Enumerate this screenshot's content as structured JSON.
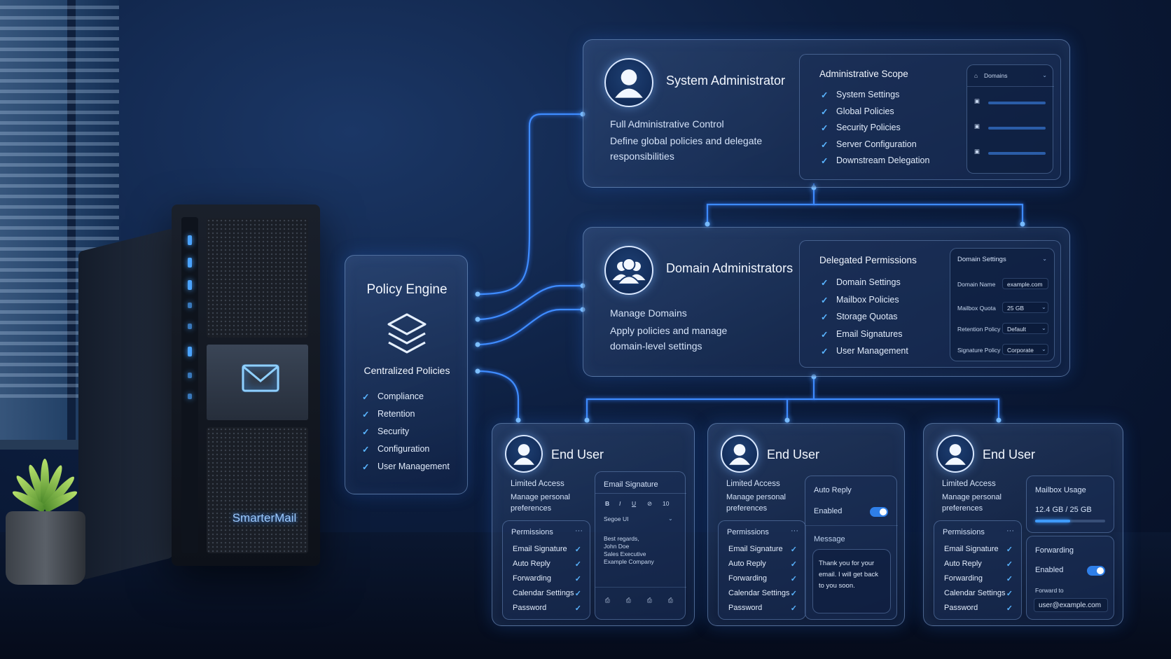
{
  "product": {
    "name": "SmarterMail"
  },
  "policy_engine": {
    "title": "Policy Engine",
    "subtitle": "Centralized Policies",
    "items": [
      "Compliance",
      "Retention",
      "Security",
      "Configuration",
      "User Management"
    ]
  },
  "system_admin": {
    "title": "System Administrator",
    "desc_line1": "Full Administrative Control",
    "desc_line2": "Define global policies and delegate",
    "desc_line3": "responsibilities",
    "scope_title": "Administrative Scope",
    "scope_items": [
      "System Settings",
      "Global Policies",
      "Security Policies",
      "Server Configuration",
      "Downstream Delegation"
    ],
    "mini_header": "Domains"
  },
  "domain_admin": {
    "title": "Domain Administrators",
    "desc_line1": "Manage Domains",
    "desc_line2": "Apply policies and manage",
    "desc_line3": "domain-level settings",
    "perm_title": "Delegated Permissions",
    "perm_items": [
      "Domain Settings",
      "Mailbox Policies",
      "Storage Quotas",
      "Email Signatures",
      "User Management"
    ],
    "settings": {
      "title": "Domain Settings",
      "domain_name_label": "Domain Name",
      "domain_name_value": "example.com",
      "mailbox_quota_label": "Mailbox Quota",
      "mailbox_quota_value": "25 GB",
      "retention_label": "Retention Policy",
      "retention_value": "Default",
      "signature_label": "Signature Policy",
      "signature_value": "Corporate"
    }
  },
  "end_users": [
    {
      "title": "End User",
      "access": "Limited Access",
      "desc_line1": "Manage personal",
      "desc_line2": "preferences",
      "perm_title": "Permissions",
      "perms": [
        "Email Signature",
        "Auto Reply",
        "Forwarding",
        "Calendar Settings",
        "Password"
      ],
      "signature": {
        "title": "Email Signature",
        "font": "Segoe UI",
        "size": "10",
        "line1": "Best regards,",
        "line2": "John Doe",
        "line3": "Sales Executive",
        "line4": "Example Company"
      }
    },
    {
      "title": "End User",
      "access": "Limited Access",
      "desc_line1": "Manage personal",
      "desc_line2": "preferences",
      "perm_title": "Permissions",
      "perms": [
        "Email Signature",
        "Auto Reply",
        "Forwarding",
        "Calendar Settings",
        "Password"
      ],
      "auto_reply": {
        "title": "Auto Reply",
        "enabled_label": "Enabled",
        "message_label": "Message",
        "message_line1": "Thank you for your",
        "message_line2": "email. I will get back",
        "message_line3": "to you soon."
      }
    },
    {
      "title": "End User",
      "access": "Limited Access",
      "desc_line1": "Manage personal",
      "desc_line2": "preferences",
      "perm_title": "Permissions",
      "perms": [
        "Email Signature",
        "Auto Reply",
        "Forwarding",
        "Calendar Settings",
        "Password"
      ],
      "mailbox": {
        "title": "Mailbox Usage",
        "usage": "12.4 GB / 25 GB",
        "usage_fraction": 0.5,
        "forwarding_label": "Forwarding",
        "enabled_label": "Enabled",
        "forward_to_label": "Forward to",
        "forward_to_value": "user@example.com"
      }
    }
  ],
  "colors": {
    "accent": "#3f8cff",
    "check": "#59b4ff",
    "glow": "#7fc2ff"
  }
}
